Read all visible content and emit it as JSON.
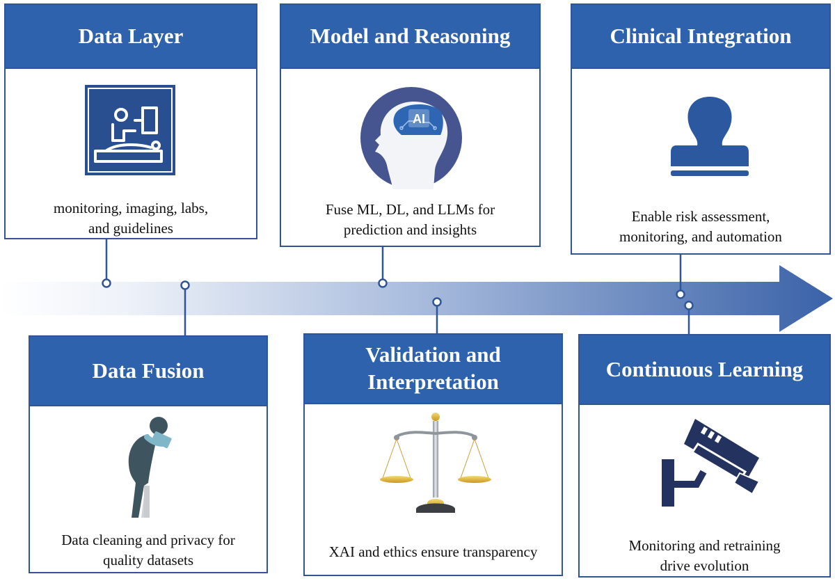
{
  "colors": {
    "primary": "#2f62ad",
    "border": "#2f5597",
    "arrow_start": "#ffffff",
    "arrow_end": "#3a62a8",
    "connector": "#2f5597"
  },
  "stages": {
    "data_layer": {
      "title": "Data Layer",
      "text_line1": "monitoring, imaging, labs,",
      "text_line2": "and guidelines",
      "icon": "patient-monitoring-icon"
    },
    "model_reasoning": {
      "title": "Model and Reasoning",
      "text_line1": "Fuse ML, DL, and LLMs for",
      "text_line2": "prediction and insights",
      "icon": "ai-head-icon",
      "icon_label": "AI"
    },
    "clinical_integration": {
      "title": "Clinical Integration",
      "text_line1": "Enable risk assessment,",
      "text_line2": "monitoring, and automation",
      "icon": "stamp-icon"
    },
    "data_fusion": {
      "title": "Data Fusion",
      "text_line1": "Data cleaning and privacy for",
      "text_line2": "quality datasets",
      "icon": "person-with-tablet-icon"
    },
    "validation": {
      "title_line1": "Validation and",
      "title_line2": "Interpretation",
      "text_line1": "XAI and ethics ensure transparency",
      "icon": "balance-scale-icon"
    },
    "continuous_learning": {
      "title": "Continuous Learning",
      "text_line1": "Monitoring and retraining",
      "text_line2": "drive evolution",
      "icon": "surveillance-camera-icon"
    }
  }
}
